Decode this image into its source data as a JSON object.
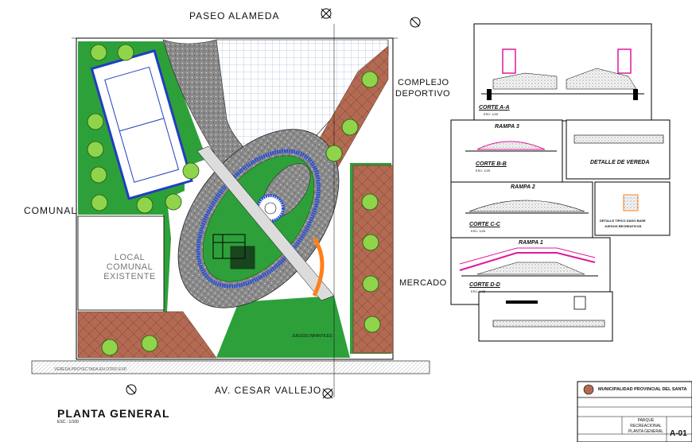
{
  "plan": {
    "streets": {
      "north": "PASEO   ALAMEDA",
      "south": "AV. CESAR VALLEJO",
      "west": "COMUNAL",
      "east_top_1": "COMPLEJO",
      "east_top_2": "DEPORTIVO",
      "east_mid": "MERCADO"
    },
    "local_existente": [
      "LOCAL",
      "COMUNAL",
      "EXISTENTE"
    ],
    "vereda_label": "VEREDA PROYECTADA EN OTRO EXP.",
    "juegos_label": "JUEGOS INFANTILES",
    "title": "PLANTA GENERAL",
    "scale": "ESC.: 1/100"
  },
  "details": {
    "corte_aa": {
      "title": "CORTE A-A",
      "scale": "ESC: 1/25"
    },
    "rampa3": {
      "title": "RAMPA 3",
      "corte": "CORTE B-B",
      "scale": "ESC: 1/25"
    },
    "vereda": {
      "title": "DETALLE DE VEREDA"
    },
    "rampa2": {
      "title": "RAMPA 2",
      "corte": "CORTE C-C",
      "scale": "ESC: 1/25"
    },
    "dado": {
      "line1": "DETALLE TIPICO DADO BASE",
      "line2": "JUEGOS RECREATIVOS"
    },
    "rampa1": {
      "title": "RAMPA 1",
      "corte": "CORTE D-D",
      "scale": "ESC: 1/25"
    }
  },
  "title_block": {
    "org": "MUNICIPALIDAD PROVINCIAL DEL SANTA",
    "project_1": "PARQUE",
    "project_2": "RECREACIONAL",
    "project_3": "PLANTA GENERAL",
    "sheet": "A-01"
  },
  "colors": {
    "grass": "#2ea03a",
    "grass_light": "#8fd44a",
    "brick": "#b36a52",
    "gravel": "#8a8a8a",
    "water_blue": "#2b4fd8",
    "accent_cyan": "#19a3c4",
    "court": "#1f3fbf",
    "magenta": "#e0189c",
    "orange": "#ff7f1a"
  }
}
